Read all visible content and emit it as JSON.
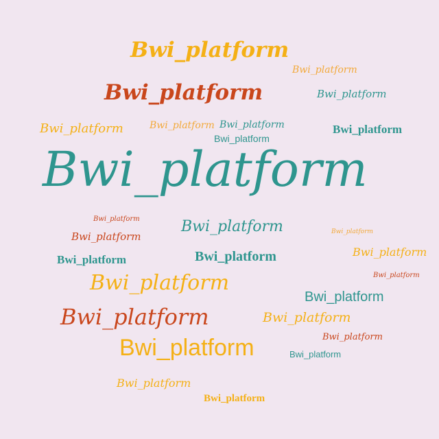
{
  "colors": {
    "background": "#f1e6f0",
    "yellow": "#f4b015",
    "orange_red": "#c9461c",
    "teal": "#2e958e",
    "orange": "#f2a93a"
  },
  "words": [
    {
      "text": "Bwi_platform",
      "color": "#f4b015"
    },
    {
      "text": "Bwi_platform",
      "color": "#f2a93a"
    },
    {
      "text": "Bwi_platform",
      "color": "#c9461c"
    },
    {
      "text": "Bwi_platform",
      "color": "#2e958e"
    },
    {
      "text": "Bwi_platform",
      "color": "#f4b015"
    },
    {
      "text": "Bwi_platform",
      "color": "#f2a93a"
    },
    {
      "text": "Bwi_platform",
      "color": "#2e958e"
    },
    {
      "text": "Bwi_platform",
      "color": "#2e958e"
    },
    {
      "text": "Bwi_platform",
      "color": "#2e958e"
    },
    {
      "text": "Bwi_platform",
      "color": "#2e958e"
    },
    {
      "text": "Bwi_platform",
      "color": "#c9461c"
    },
    {
      "text": "Bwi_platform",
      "color": "#2e958e"
    },
    {
      "text": "Bwi_platform",
      "color": "#f2a93a"
    },
    {
      "text": "Bwi_platform",
      "color": "#c9461c"
    },
    {
      "text": "Bwi_platform",
      "color": "#2e958e"
    },
    {
      "text": "Bwi_platform",
      "color": "#2e958e"
    },
    {
      "text": "Bwi_platform",
      "color": "#f4b015"
    },
    {
      "text": "Bwi_platform",
      "color": "#c9461c"
    },
    {
      "text": "Bwi_platform",
      "color": "#f4b015"
    },
    {
      "text": "Bwi_platform",
      "color": "#2e958e"
    },
    {
      "text": "Bwi_platform",
      "color": "#c9461c"
    },
    {
      "text": "Bwi_platform",
      "color": "#f4b015"
    },
    {
      "text": "Bwi_platform",
      "color": "#f4b015"
    },
    {
      "text": "Bwi_platform",
      "color": "#c9461c"
    },
    {
      "text": "Bwi_platform",
      "color": "#2e958e"
    },
    {
      "text": "Bwi_platform",
      "color": "#f4b015"
    },
    {
      "text": "Bwi_platform",
      "color": "#f4b015"
    },
    {
      "text": "Bwi_platform",
      "color": "#f2a93a"
    }
  ]
}
